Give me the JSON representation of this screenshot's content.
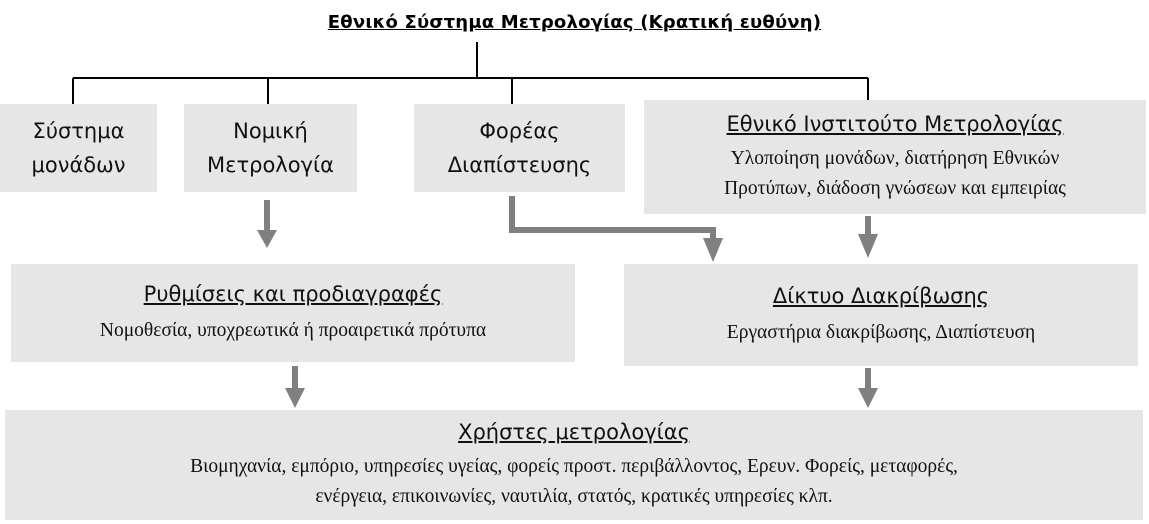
{
  "diagram": {
    "title": "Εθνικό Σύστημα Μετρολογίας (Κρατική ευθύνη)",
    "top_boxes": {
      "units_system": {
        "line1": "Σύστημα",
        "line2": "μονάδων"
      },
      "legal_metrology": {
        "line1": "Νομική",
        "line2": "Μετρολογία"
      },
      "accreditation_body": {
        "line1": "Φορέας",
        "line2": "Διαπίστευσης"
      },
      "national_institute": {
        "title": "Εθνικό Ινστιτούτο Μετρολογίας",
        "line1": "Υλοποίηση μονάδων, διατήρηση Εθνικών",
        "line2": "Προτύπων, διάδοση γνώσεων και εμπειρίας"
      }
    },
    "middle_boxes": {
      "regulations": {
        "title": "Ρυθμίσεις και προδιαγραφές",
        "line1": "Νομοθεσία, υποχρεωτικά ή προαιρετικά πρότυπα"
      },
      "calibration_network": {
        "title": "Δίκτυο Διακρίβωσης",
        "line1": "Εργαστήρια διακρίβωσης, Διαπίστευση"
      }
    },
    "bottom_box": {
      "title": "Χρήστες μετρολογίας",
      "line1": "Βιομηχανία, εμπόριο, υπηρεσίες υγείας, φορείς προστ. περιβάλλοντος, Ερευν. Φορείς, μεταφορές,",
      "line2": "ενέργεια, επικοινωνίες, ναυτιλία, στατός, κρατικές υπηρεσίες κλπ."
    },
    "colors": {
      "box_fill": "#e6e6e6",
      "arrow": "#808080",
      "connector": "#000000"
    }
  }
}
